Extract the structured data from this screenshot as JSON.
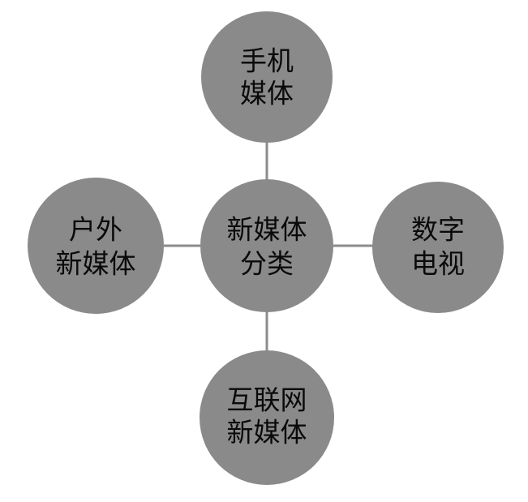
{
  "center": {
    "line1": "新媒体",
    "line2": "分类"
  },
  "nodes": {
    "top": {
      "line1": "手机",
      "line2": "媒体"
    },
    "right": {
      "line1": "数字",
      "line2": "电视"
    },
    "bottom": {
      "line1": "互联网",
      "line2": "新媒体"
    },
    "left": {
      "line1": "户外",
      "line2": "新媒体"
    }
  },
  "colors": {
    "circle_fill": "#8a8a8a",
    "connector": "#8c8c8c",
    "text": "#0a0a0a",
    "background": "#ffffff"
  }
}
